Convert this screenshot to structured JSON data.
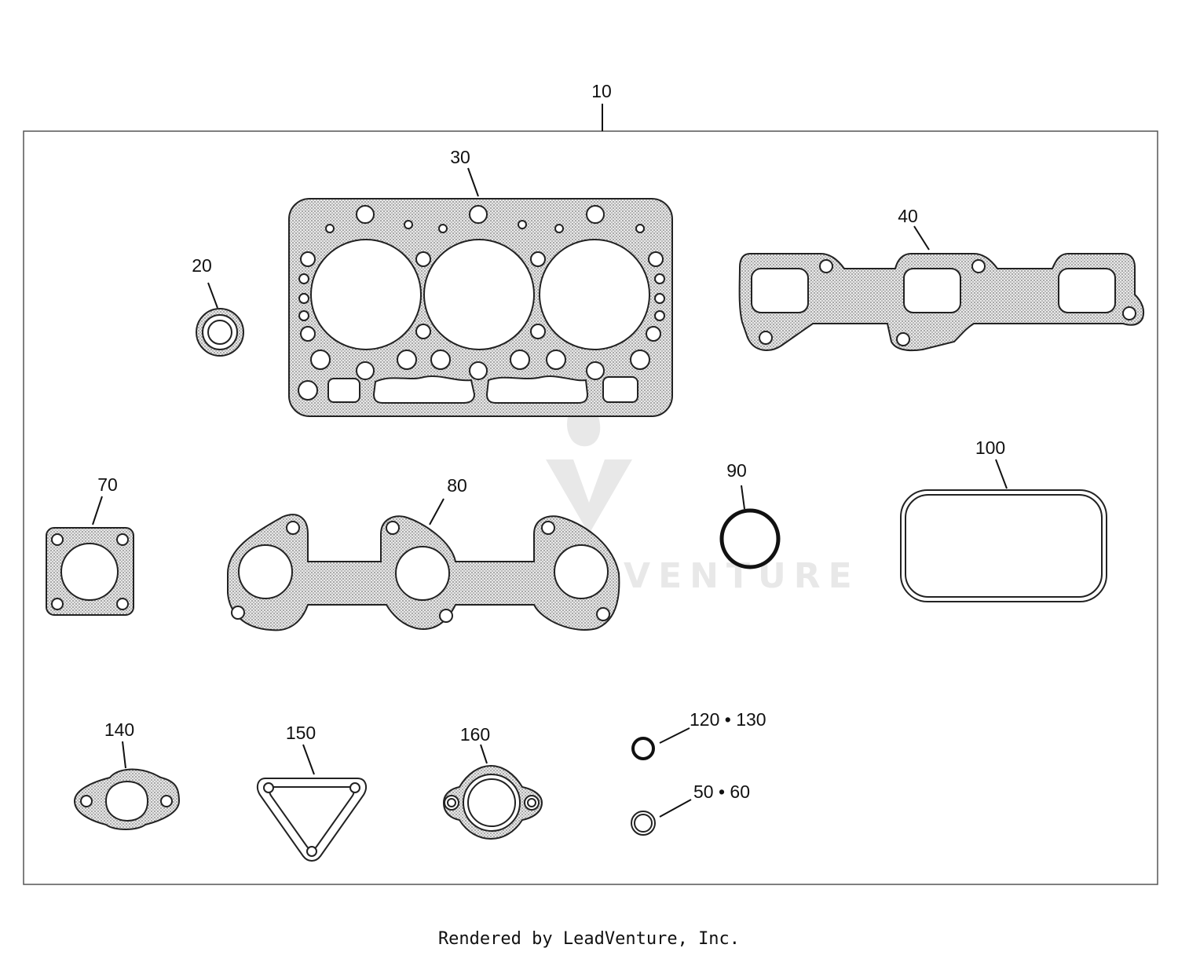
{
  "diagram": {
    "callouts": {
      "kit": "10",
      "p20": "20",
      "p30": "30",
      "p40": "40",
      "p70": "70",
      "p80": "80",
      "p90": "90",
      "p100": "100",
      "p140": "140",
      "p150": "150",
      "p160": "160",
      "p120_130": "120 • 130",
      "p50_60": "50 • 60"
    },
    "watermark": "LEADVENTURE"
  },
  "footer": {
    "text": "Rendered by LeadVenture, Inc."
  }
}
